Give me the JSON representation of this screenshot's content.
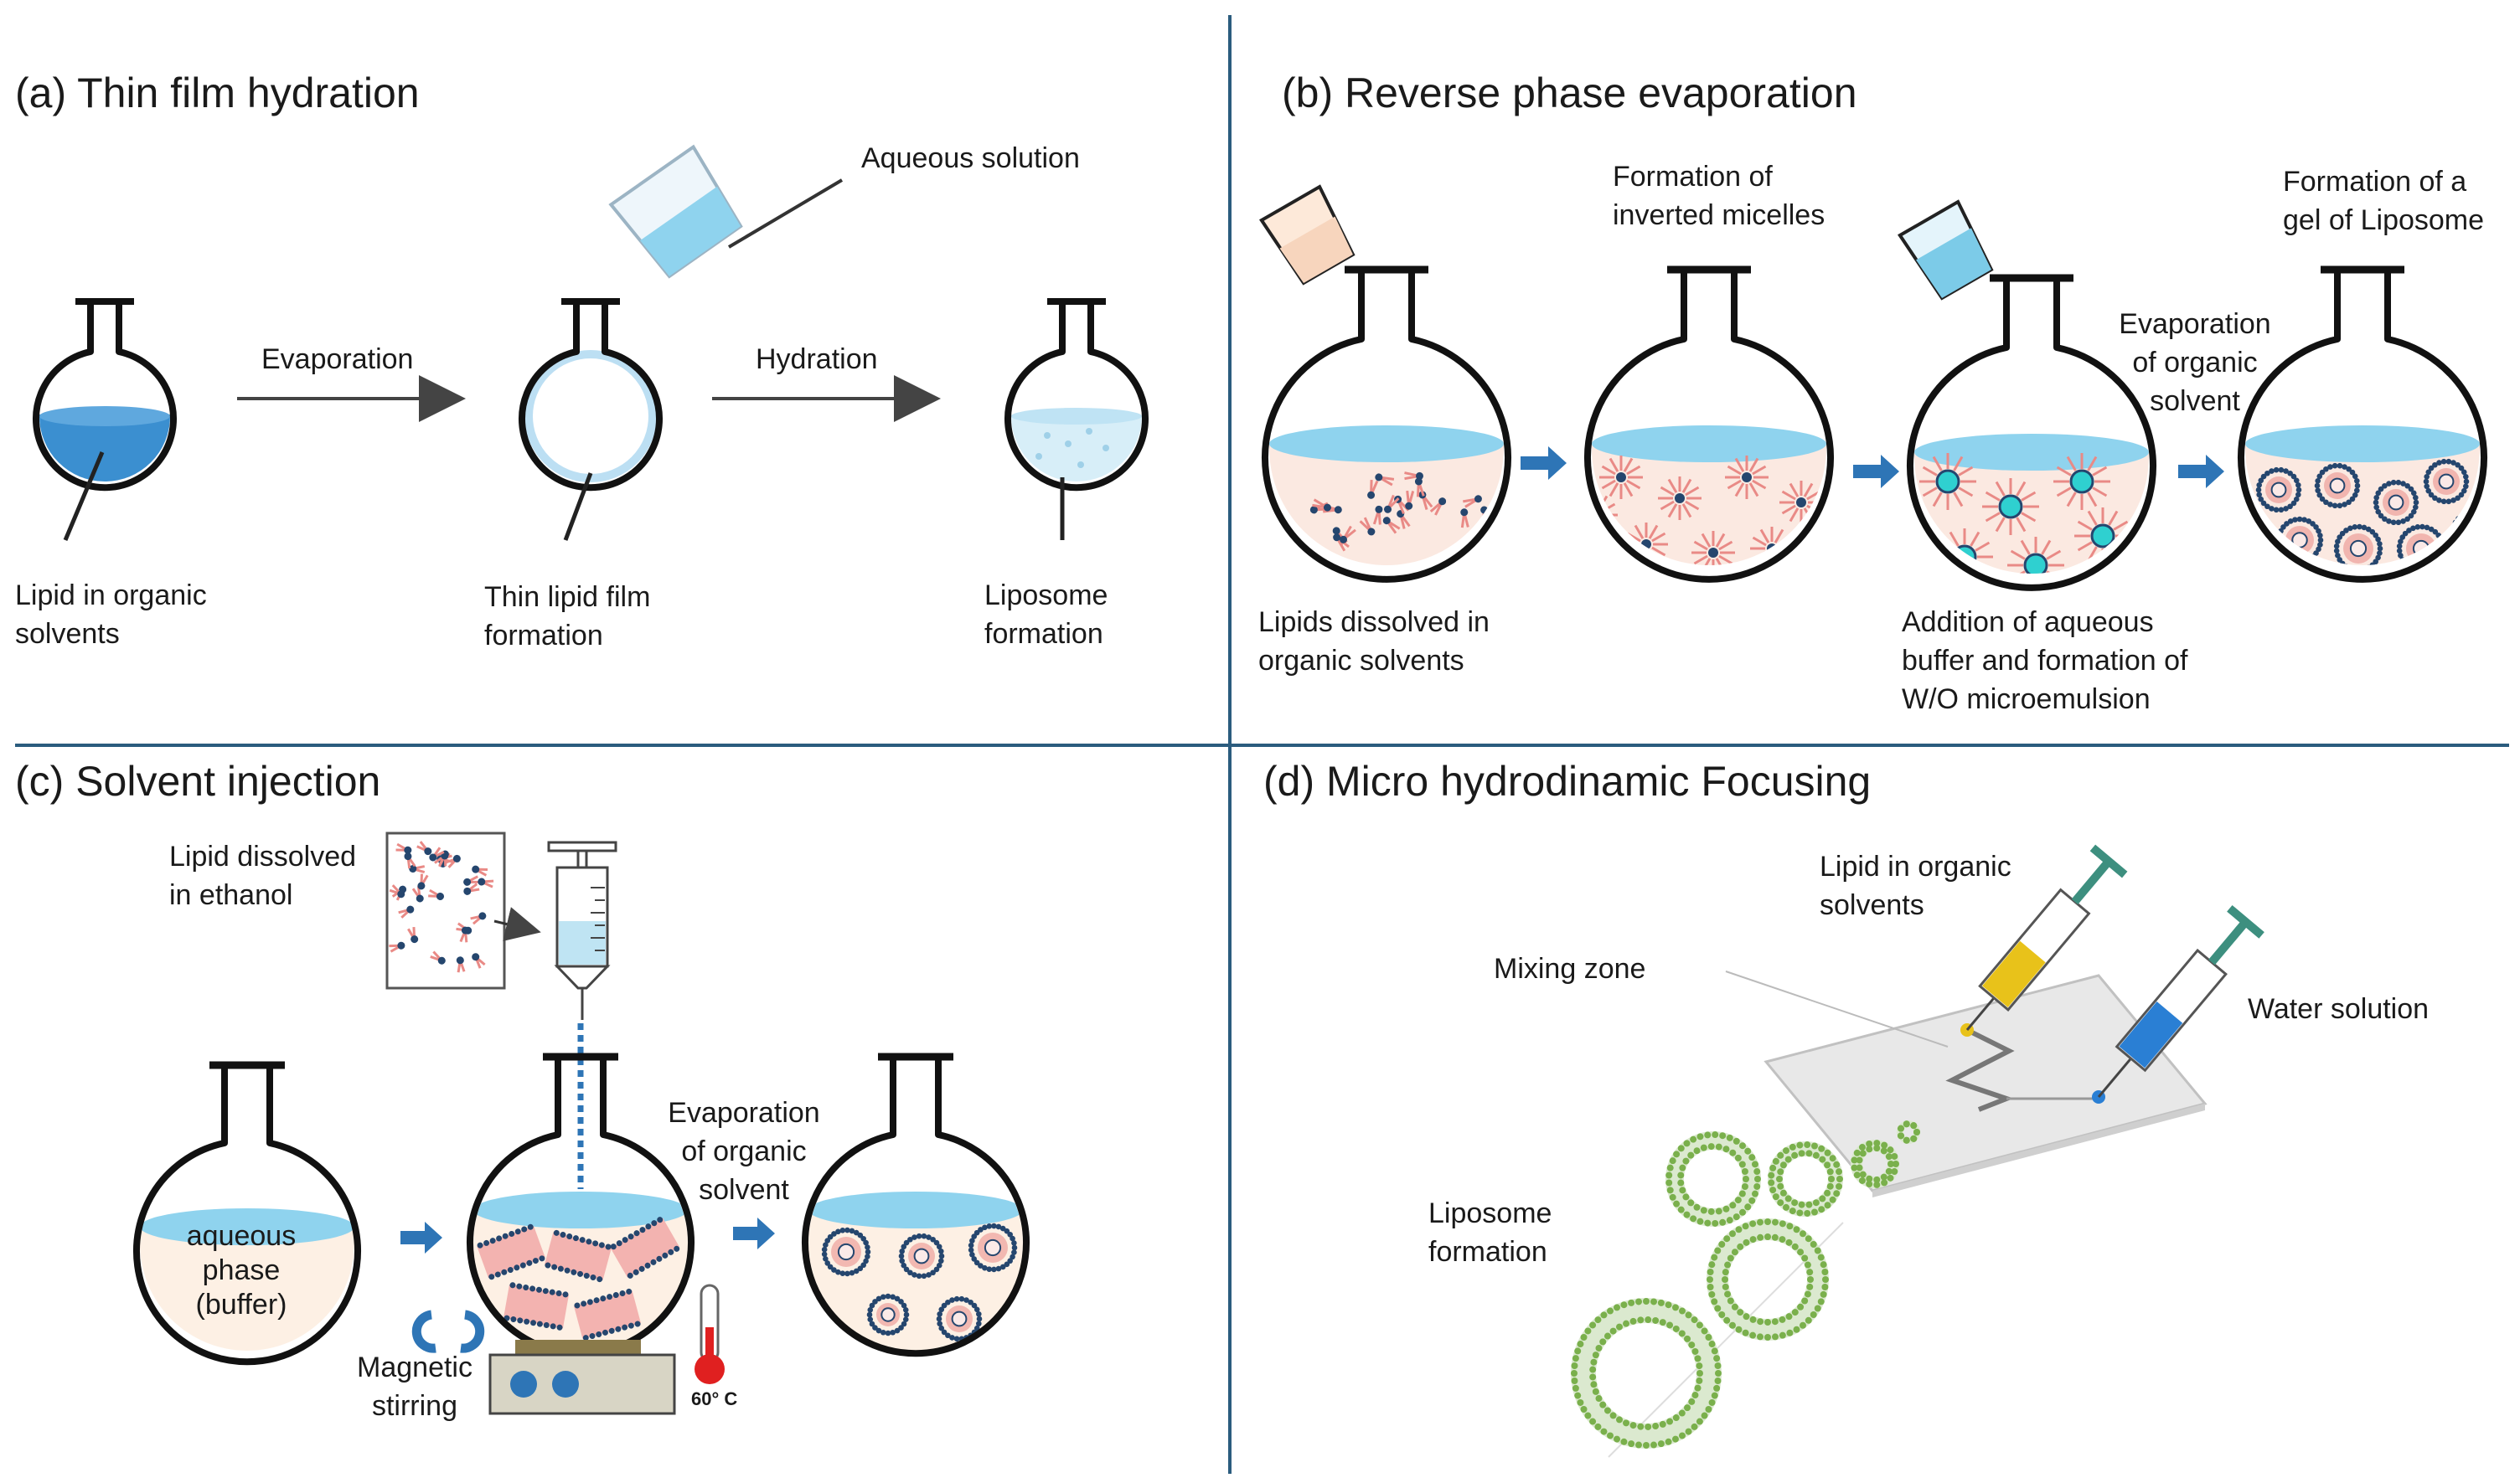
{
  "panels": {
    "a": {
      "title": "(a) Thin film hydration",
      "arrow1": "Evaporation",
      "arrow2": "Hydration",
      "beaker": "Aqueous solution",
      "flask1": [
        "Lipid in organic",
        "solvents"
      ],
      "flask2": [
        "Thin lipid film",
        "formation"
      ],
      "flask3": [
        "Liposome",
        "formation"
      ]
    },
    "b": {
      "title": "(b) Reverse phase evaporation",
      "top2": [
        "Formation of",
        "inverted micelles"
      ],
      "mid": [
        "Evaporation",
        "of organic",
        "solvent"
      ],
      "top4": [
        "Formation of a",
        "gel of Liposome"
      ],
      "bottom1": [
        "Lipids dissolved in",
        "organic solvents"
      ],
      "bottom3": [
        "Addition of aqueous",
        "buffer and formation of",
        "W/O microemulsion"
      ]
    },
    "c": {
      "title": "(c) Solvent injection",
      "lipid": [
        "Lipid dissolved",
        "in ethanol"
      ],
      "flask1": [
        "aqueous",
        "phase",
        "(buffer)"
      ],
      "evap": [
        "Evaporation",
        "of organic",
        "solvent"
      ],
      "stir": [
        "Magnetic",
        "stirring"
      ],
      "temp": "60° C"
    },
    "d": {
      "title": "(d) Micro hydrodinamic Focusing",
      "lipid": [
        "Lipid in organic",
        "solvents"
      ],
      "mixing": "Mixing zone",
      "water": "Water solution",
      "liposome": [
        "Liposome",
        "formation"
      ]
    }
  },
  "colors": {
    "divider": "#2b5c7e",
    "liquid": "#3b8fd0",
    "liquid_light": "#8fd3ee",
    "lipid_pink": "#e98a86",
    "head_navy": "#25466e",
    "arrow": "#2e75b6",
    "bilayer_green": "#7ab04c",
    "syringe_yellow": "#e8c21a",
    "syringe_blue": "#2a7fd4",
    "plunger_teal": "#3d8f7f",
    "thermo_red": "#e02020"
  }
}
